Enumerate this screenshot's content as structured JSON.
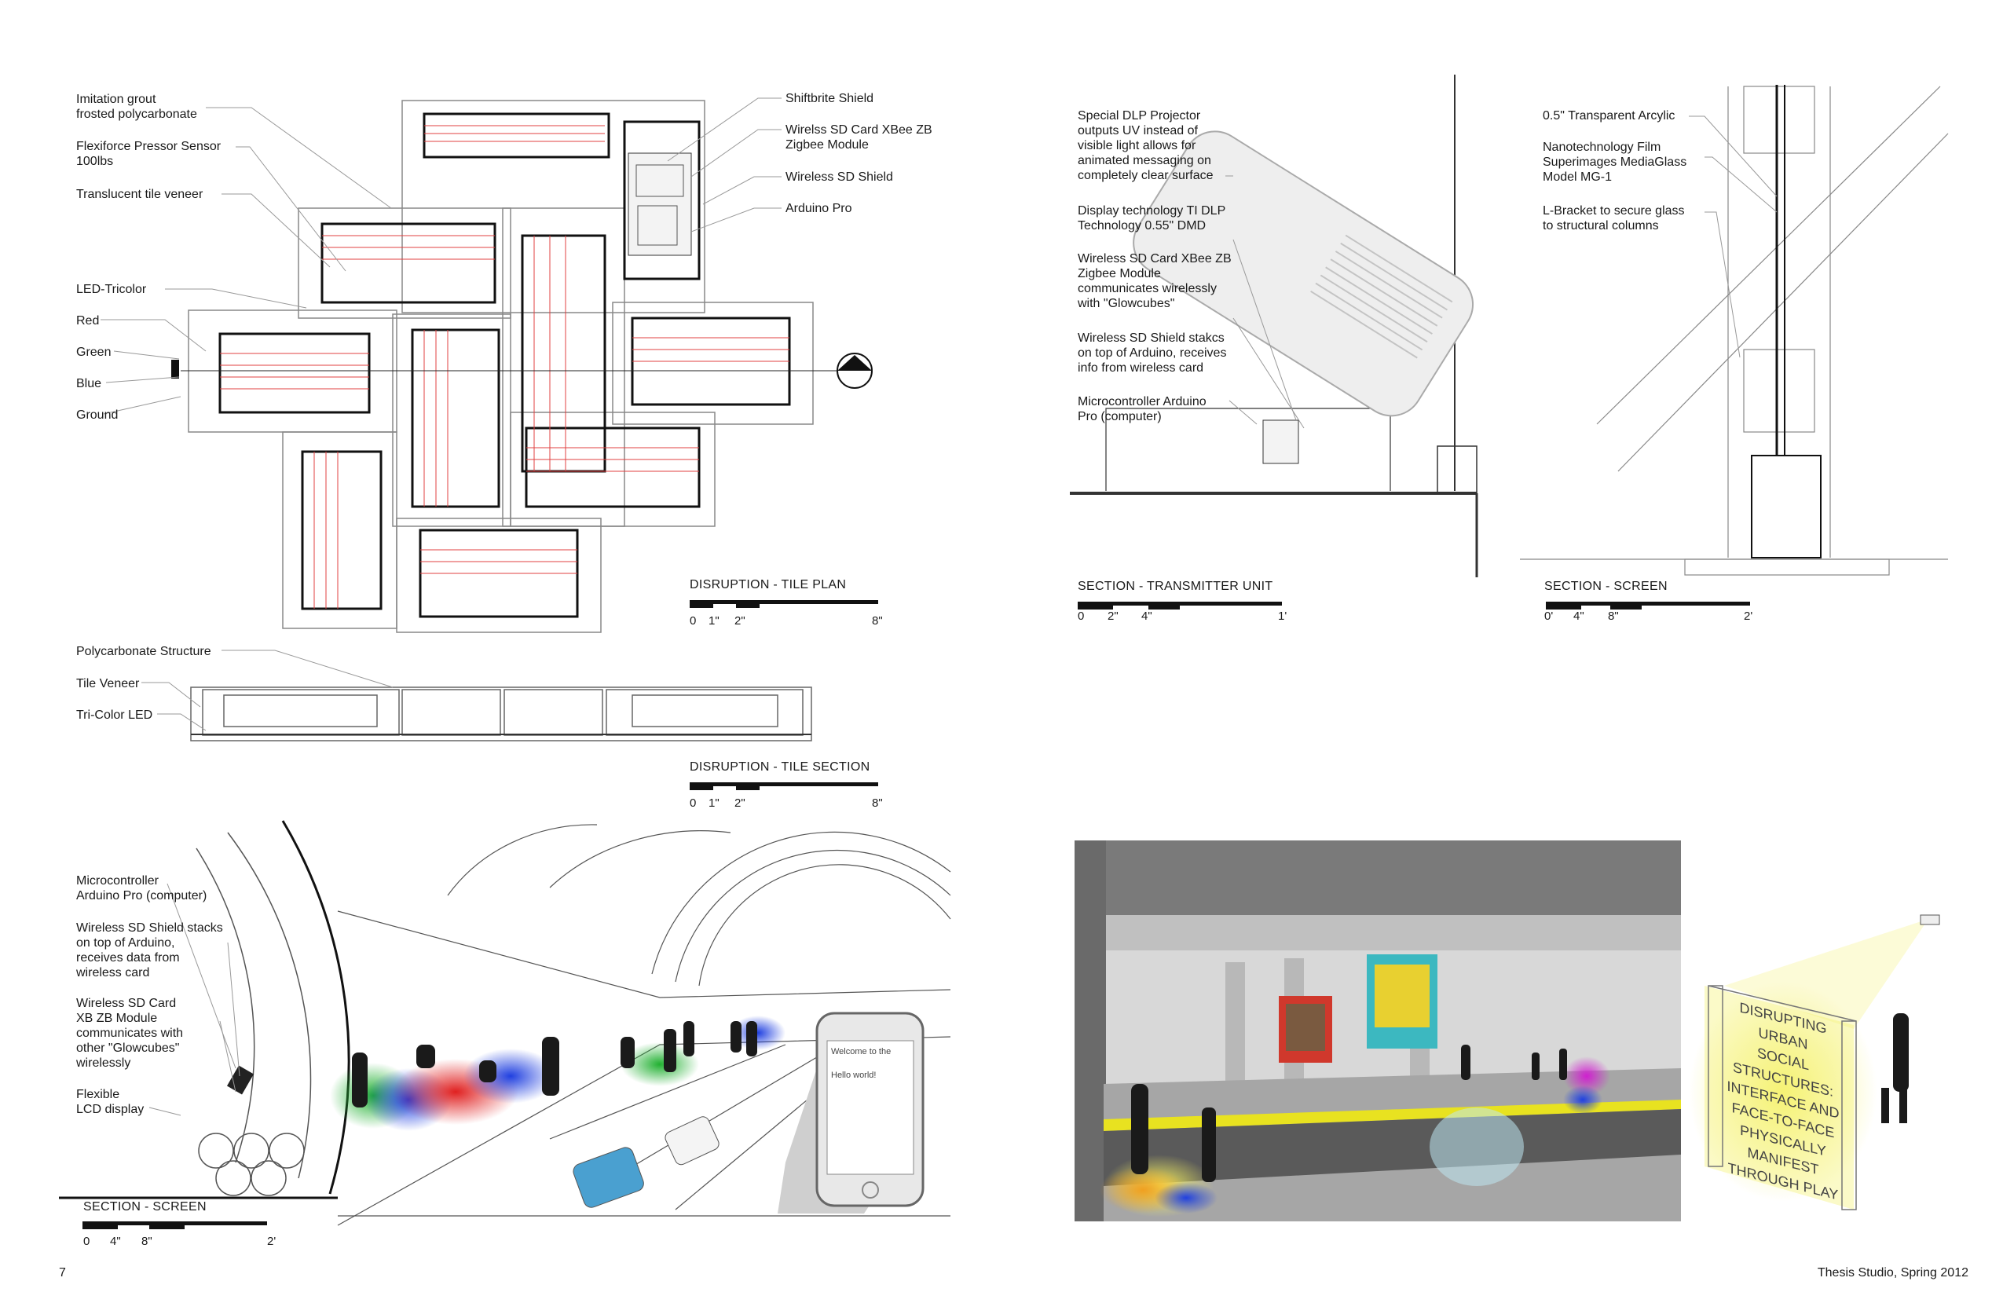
{
  "tile_plan": {
    "labels_left": [
      "Imitation grout\nfrosted polycarbonate",
      "Flexiforce Pressor Sensor\n100lbs",
      "Translucent tile veneer",
      "LED-Tricolor",
      "Red",
      "Green",
      "Blue",
      "Ground"
    ],
    "labels_right": [
      "Shiftbrite Shield",
      "Wirelss SD Card XBee  ZB\nZigbee Module",
      "Wireless SD Shield",
      "Arduino Pro"
    ],
    "title": "DISRUPTION - TILE PLAN",
    "scale": [
      "0",
      "1\"",
      "2\"",
      "8\""
    ]
  },
  "tile_section": {
    "labels": [
      "Polycarbonate Structure",
      "Tile Veneer",
      "Tri-Color LED"
    ],
    "title": "DISRUPTION - TILE SECTION",
    "scale": [
      "0",
      "1\"",
      "2\"",
      "8\""
    ]
  },
  "transmitter": {
    "labels": [
      "Special DLP Projector\noutputs UV instead of\nvisible light allows for\nanimated messaging on\ncompletely clear surface",
      "Display technology TI DLP\nTechnology 0.55\" DMD",
      "Wireless SD Card XBee ZB\nZigbee Module\ncommunicates wirelessly\nwith \"Glowcubes\"",
      "Wireless SD Shield stakcs\non top of Arduino, receives\ninfo from wireless card",
      "Microcontroller Arduino\nPro (computer)"
    ],
    "title": "SECTION - TRANSMITTER UNIT",
    "scale": [
      "0",
      "2\"",
      "4\"",
      "1'"
    ]
  },
  "screen_section": {
    "labels": [
      "0.5\" Transparent Arcylic",
      "Nanotechnology Film\nSuperimages MediaGlass\nModel MG-1",
      "L-Bracket to secure glass\nto structural columns"
    ],
    "title": "SECTION - SCREEN",
    "scale": [
      "0'",
      "4\"",
      "8\"",
      "2'"
    ]
  },
  "lcd_section": {
    "labels": [
      "Microcontroller\nArduino Pro (computer)",
      "Wireless SD Shield stacks\non top of Arduino,\nreceives data from\nwireless card",
      "Wireless SD Card\nXB ZB Module\ncommunicates with\nother \"Glowcubes\"\nwirelessly",
      "Flexible\nLCD display"
    ],
    "title": "SECTION - SCREEN",
    "scale": [
      "0",
      "4\"",
      "8\"",
      "2'"
    ]
  },
  "phone": {
    "line1": "Welcome to the",
    "line2": "Hello world!"
  },
  "glass_screen_text": [
    "DISRUPTING URBAN",
    "SOCIAL",
    "STRUCTURES:",
    "INTERFACE AND",
    "FACE-TO-FACE",
    "PHYSICALLY MANIFEST",
    "THROUGH PLAY"
  ],
  "footer": {
    "page_number": "7",
    "course": "Thesis Studio, Spring 2012"
  },
  "colors": {
    "led_red": "#e02020",
    "led_green": "#20b030",
    "led_blue": "#2040e0",
    "glow_yellow": "#f4f060"
  }
}
